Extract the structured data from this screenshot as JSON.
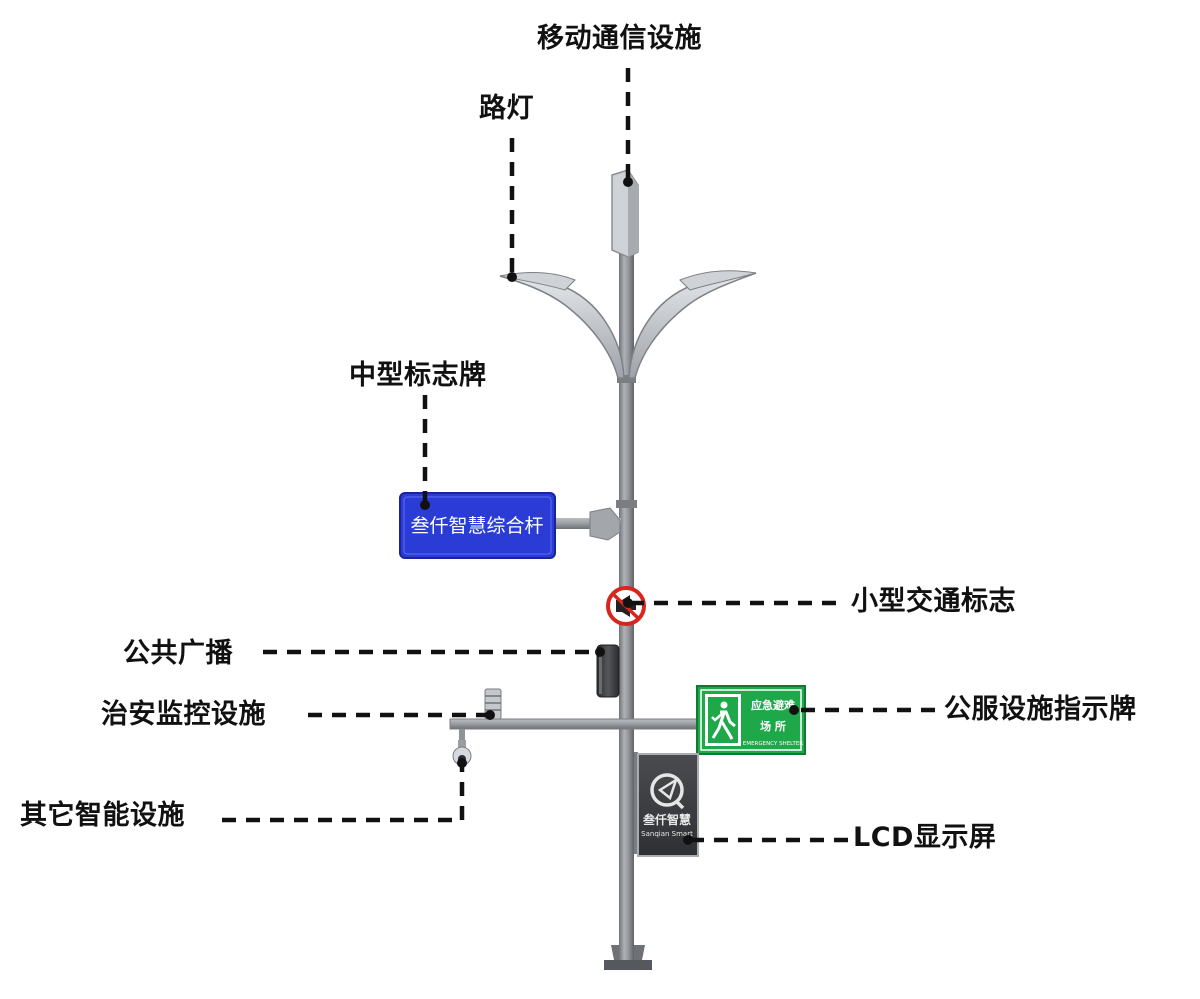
{
  "labels": {
    "mobile_comm": "移动通信设施",
    "street_light": "路灯",
    "medium_sign": "中型标志牌",
    "small_traffic_sign": "小型交通标志",
    "public_broadcast": "公共广播",
    "security_monitor": "治安监控设施",
    "public_service_sign": "公服设施指示牌",
    "other_smart": "其它智能设施",
    "lcd_screen": "LCD显示屏"
  },
  "medium_sign": {
    "text": "叁仟智慧综合杆",
    "color": "#2a3bd6"
  },
  "shelter_sign": {
    "line1": "应急避难",
    "line2": "场 所",
    "english": "EMERGENCY SHELTER",
    "color": "#1fa84a"
  },
  "lcd": {
    "brand_cn": "叁仟智慧",
    "brand_en": "Sanqian Smart"
  },
  "colors": {
    "pole": "#8c9096",
    "pole_dark": "#6b6f74",
    "leader": "#111111"
  },
  "icons": [
    "no-horn-icon",
    "running-person-icon",
    "brand-logo-icon"
  ]
}
